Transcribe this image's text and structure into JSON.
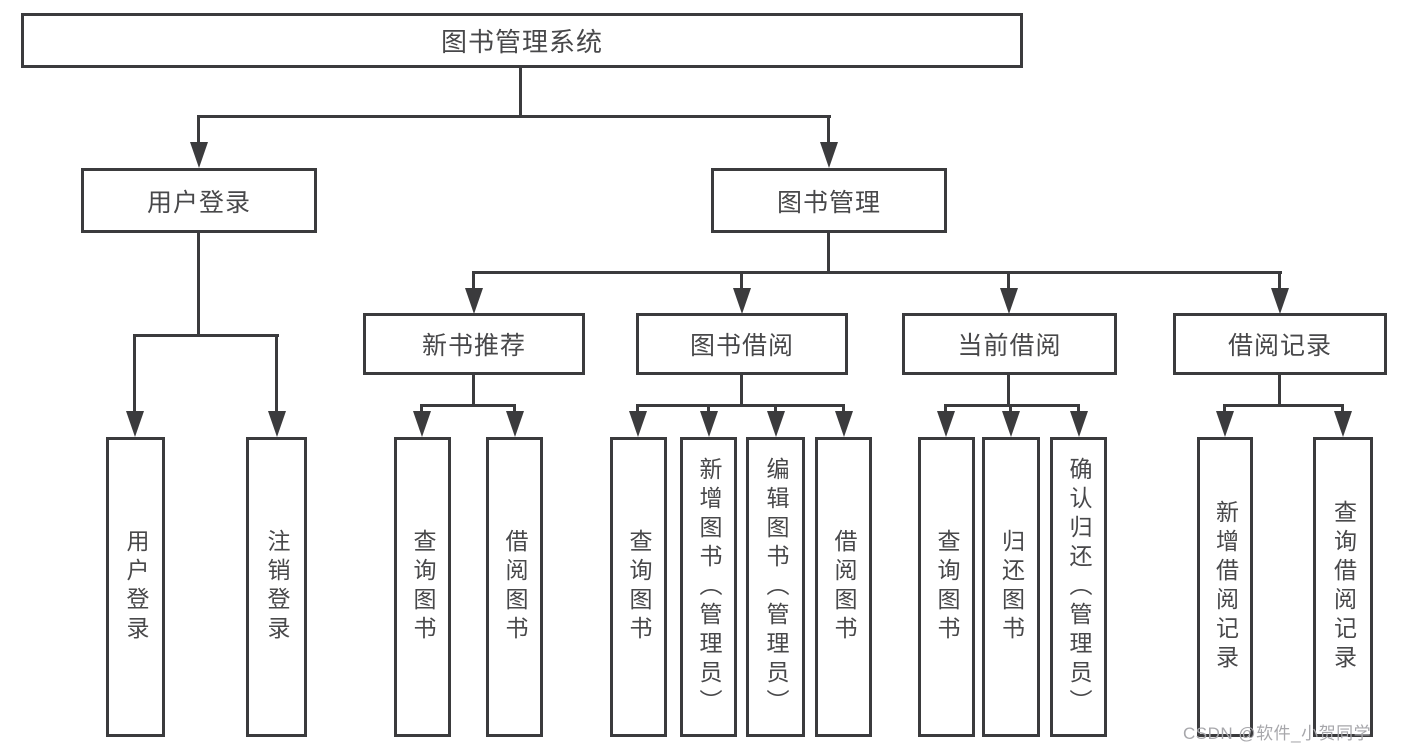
{
  "diagram": {
    "root": {
      "label": "图书管理系统"
    },
    "branches": [
      {
        "label": "用户登录",
        "children": [
          {
            "label": "用户登录"
          },
          {
            "label": "注销登录"
          }
        ]
      },
      {
        "label": "图书管理",
        "children": [
          {
            "label": "新书推荐",
            "children": [
              {
                "label": "查询图书"
              },
              {
                "label": "借阅图书"
              }
            ]
          },
          {
            "label": "图书借阅",
            "children": [
              {
                "label": "查询图书"
              },
              {
                "label": "新增图书（管理员）"
              },
              {
                "label": "编辑图书（管理员）"
              },
              {
                "label": "借阅图书"
              }
            ]
          },
          {
            "label": "当前借阅",
            "children": [
              {
                "label": "查询图书"
              },
              {
                "label": "归还图书"
              },
              {
                "label": "确认归还（管理员）"
              }
            ]
          },
          {
            "label": "借阅记录",
            "children": [
              {
                "label": "新增借阅记录"
              },
              {
                "label": "查询借阅记录"
              }
            ]
          }
        ]
      }
    ]
  },
  "watermark": {
    "text": "CSDN @软件_小贺同学"
  },
  "colors": {
    "line": "#3b3b3d",
    "text": "#48484a",
    "watermark": "#a7a7ab",
    "background": "#ffffff"
  }
}
